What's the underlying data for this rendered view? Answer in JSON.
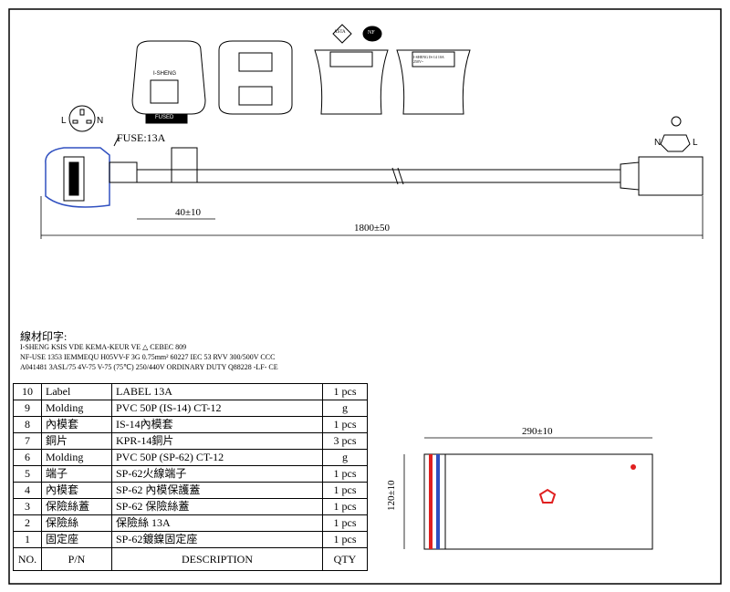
{
  "labels": {
    "fuse": "FUSE:13A",
    "l": "L",
    "n": "N",
    "n2": "N",
    "l2": "L",
    "plug_brand": "I-SHENG",
    "fused": "FUSED",
    "dim_40": "40±10",
    "dim_1800": "1800±50",
    "dim_290": "290±10",
    "dim_120": "120±10",
    "asta": "ASTA",
    "nf": "NF",
    "plug_text": "I-SHENG IS-14 10A 250V~"
  },
  "marking": {
    "title": "線材印字:",
    "lines": [
      "I-SHENG  KSIS     VDE     KEMA-KEUR                    VE     △ CEBEC 809",
      "NF-USE 1353  IEMMEQU  H05VV-F  3G  0.75mm²  60227  IEC  53   RVV   300/500V  CCC",
      "A041481       3ASL/75  4V-75  V-75 (75℃)  250/440V  ORDINARY DUTY  Q88228  -LF-  CE"
    ]
  },
  "bom": {
    "headers": [
      "NO.",
      "P/N",
      "DESCRIPTION",
      "QTY"
    ],
    "rows": [
      [
        "10",
        "Label",
        "LABEL 13A",
        "1 pcs"
      ],
      [
        "9",
        "Molding",
        "PVC 50P (IS-14) CT-12",
        "g"
      ],
      [
        "8",
        "內模套",
        "IS-14內模套",
        "1 pcs"
      ],
      [
        "7",
        "銅片",
        "KPR-14銅片",
        "3 pcs"
      ],
      [
        "6",
        "Molding",
        "PVC 50P (SP-62) CT-12",
        "g"
      ],
      [
        "5",
        "端子",
        "SP-62火線端子",
        "1 pcs"
      ],
      [
        "4",
        "內模套",
        "SP-62 內模保護蓋",
        "1 pcs"
      ],
      [
        "3",
        "保險絲蓋",
        "SP-62 保險絲蓋",
        "1 pcs"
      ],
      [
        "2",
        "保險絲",
        "保險絲 13A",
        "1 pcs"
      ],
      [
        "1",
        "固定座",
        "SP-62鍍鎳固定座",
        "1 pcs"
      ]
    ]
  },
  "colors": {
    "label_red": "#e02020",
    "stripe_blue": "#3050c0"
  }
}
